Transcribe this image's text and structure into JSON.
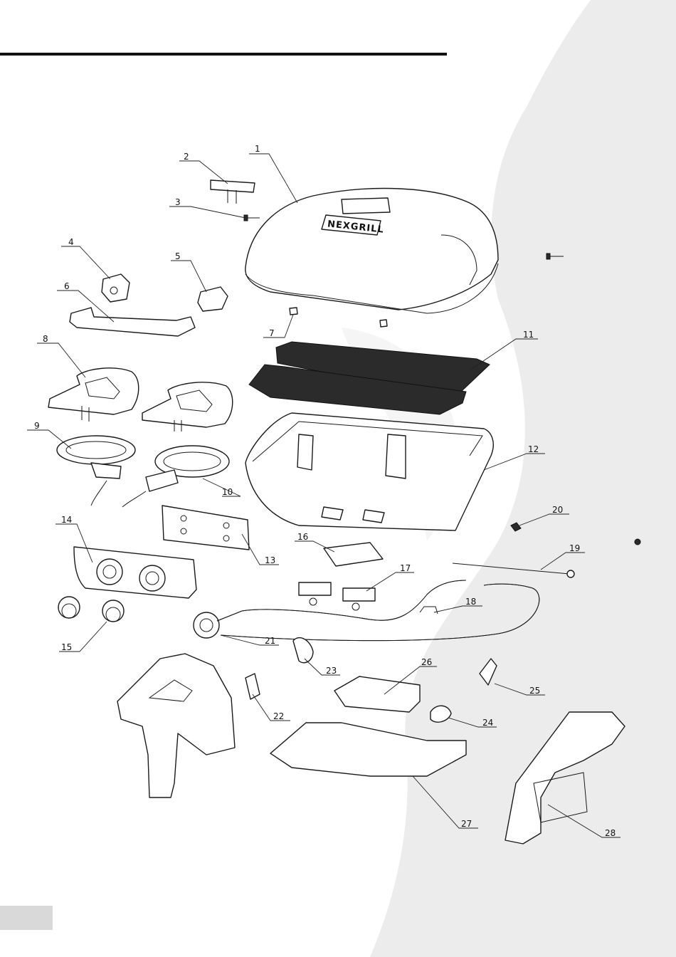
{
  "diagram": {
    "brand_logo": "NEXGRILL",
    "labels": [
      "1",
      "2",
      "3",
      "4",
      "5",
      "6",
      "7",
      "8",
      "9",
      "10",
      "11",
      "12",
      "13",
      "14",
      "15",
      "16",
      "17",
      "18",
      "19",
      "20",
      "21",
      "22",
      "23",
      "24",
      "25",
      "26",
      "27",
      "28"
    ]
  },
  "colors": {
    "background_swoosh": "#ececec",
    "header_rule": "#111111",
    "page_tab": "#d9d9d9",
    "line_art": "#1a1a1a"
  }
}
